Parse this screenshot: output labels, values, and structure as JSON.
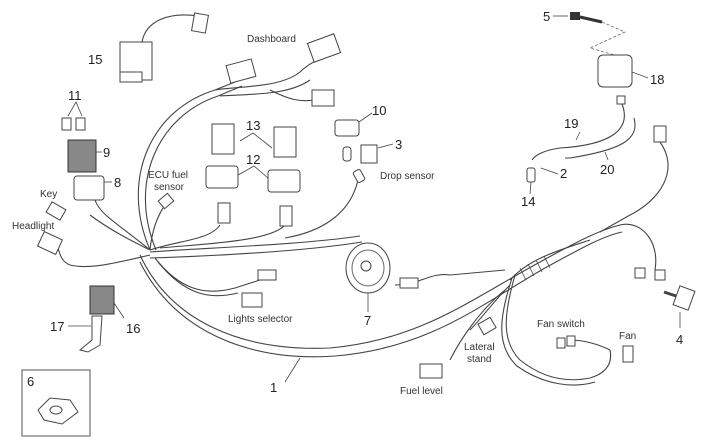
{
  "diagram": {
    "title": "Wiring harness exploded parts view",
    "part_numbers": {
      "p1": "1",
      "p2": "2",
      "p3": "3",
      "p4": "4",
      "p5": "5",
      "p6": "6",
      "p7": "7",
      "p8": "8",
      "p9": "9",
      "p10": "10",
      "p11": "11",
      "p12": "12",
      "p13": "13",
      "p14": "14",
      "p15": "15",
      "p16": "16",
      "p17": "17",
      "p18": "18",
      "p19": "19",
      "p20": "20"
    },
    "connector_labels": {
      "dashboard": "Dashboard",
      "ecu_fuel_sensor_line1": "ECU fuel",
      "ecu_fuel_sensor_line2": "sensor",
      "drop_sensor": "Drop sensor",
      "key": "Key",
      "headlight": "Headlight",
      "lights_selector": "Lights selector",
      "fuel_level": "Fuel level",
      "lateral_stand_line1": "Lateral",
      "lateral_stand_line2": "stand",
      "fan_switch": "Fan switch",
      "fan": "Fan"
    }
  }
}
